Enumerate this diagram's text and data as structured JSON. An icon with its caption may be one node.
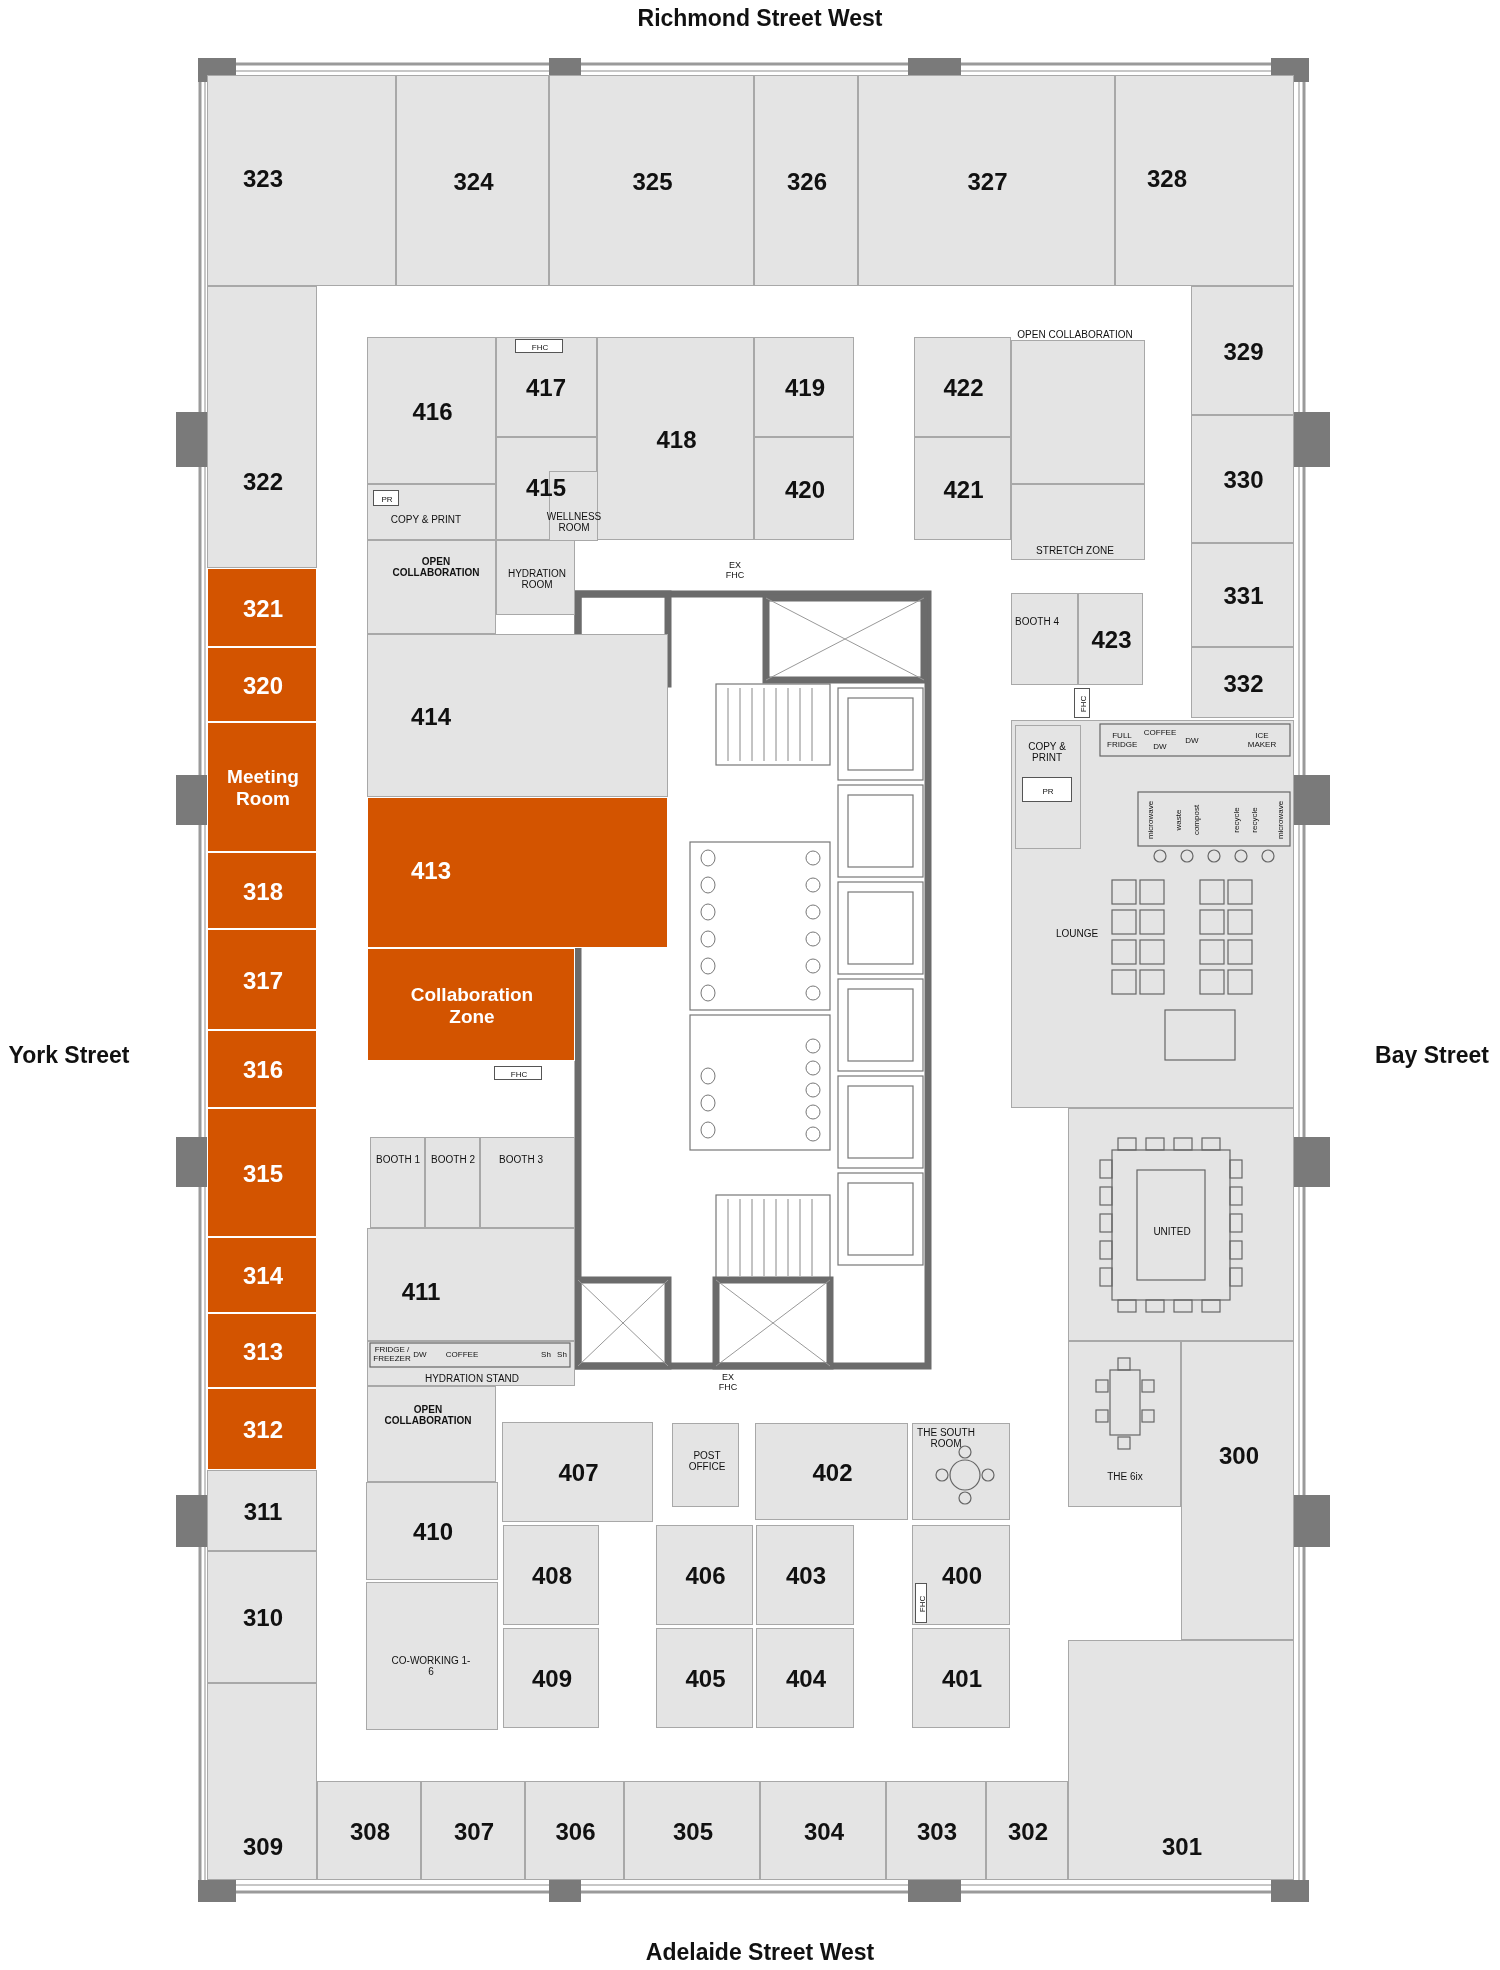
{
  "diagram": {
    "nodes": [
      {
        "text": [
          "323"
        ]
      },
      {
        "text": [
          "324"
        ]
      },
      {
        "text": [
          "325"
        ]
      },
      {
        "text": [
          "326"
        ]
      },
      {
        "text": [
          "327"
        ]
      },
      {
        "text": [
          "328"
        ]
      },
      {
        "text": [
          "329"
        ]
      },
      {
        "text": [
          "330"
        ]
      },
      {
        "text": [
          "331"
        ]
      },
      {
        "text": [
          "332"
        ]
      },
      {
        "text": [
          "322"
        ]
      },
      {
        "text": [
          "321"
        ]
      },
      {
        "text": [
          "320"
        ]
      },
      {
        "text": [
          "Meeting Room"
        ]
      },
      {
        "text": [
          "318"
        ]
      },
      {
        "text": [
          "317"
        ]
      },
      {
        "text": [
          "316"
        ]
      },
      {
        "text": [
          "315"
        ]
      },
      {
        "text": [
          "314"
        ]
      },
      {
        "text": [
          "313"
        ]
      },
      {
        "text": [
          "312"
        ]
      },
      {
        "text": [
          "311"
        ]
      },
      {
        "text": [
          "310"
        ]
      },
      {
        "text": [
          "309"
        ]
      },
      {
        "text": [
          "308"
        ]
      },
      {
        "text": [
          "307"
        ]
      },
      {
        "text": [
          "306"
        ]
      },
      {
        "text": [
          "305"
        ]
      },
      {
        "text": [
          "304"
        ]
      },
      {
        "text": [
          "303"
        ]
      },
      {
        "text": [
          "302"
        ]
      },
      {
        "text": [
          "301"
        ]
      },
      {
        "text": [
          "300"
        ]
      },
      {
        "text": [
          "416"
        ]
      },
      {
        "text": [
          "417"
        ]
      },
      {
        "text": [
          "FHC"
        ],
        "in": 34
      },
      {
        "text": [
          "418"
        ]
      },
      {
        "text": [
          "419"
        ]
      },
      {
        "text": [
          "422"
        ]
      },
      {
        "text": [
          "OPEN COLLABORATION"
        ]
      },
      {
        "text": [
          "415"
        ]
      },
      {
        "text": [
          "WELLNESS ROOM"
        ],
        "in": 40
      },
      {
        "text": [
          "420"
        ]
      },
      {
        "text": [
          "421"
        ]
      },
      {
        "text": [
          "COPY & PRINT"
        ]
      },
      {
        "text": [
          "PR"
        ],
        "in": 44
      },
      {
        "text": [
          "STRETCH ZONE"
        ]
      },
      {
        "text": [
          "OPEN COLLABORATION"
        ]
      },
      {
        "text": [
          "HYDRATION ROOM"
        ]
      },
      {
        "text": [
          "BOOTH 4"
        ]
      },
      {
        "text": [
          "423"
        ]
      },
      {
        "text": [
          "FHC"
        ]
      },
      {
        "text": [
          "LOUNGE"
        ]
      },
      {
        "text": [
          "COPY & PRINT"
        ],
        "in": 52
      },
      {
        "text": [
          "PR"
        ],
        "in": 53
      },
      {
        "text": [
          "414"
        ]
      },
      {
        "text": [
          "413"
        ]
      },
      {
        "text": [
          "Collaboration Zone"
        ]
      },
      {
        "text": [
          "FHC"
        ]
      },
      {
        "text": [
          "UNITED"
        ]
      },
      {
        "text": [
          "BOOTH 1"
        ]
      },
      {
        "text": [
          "BOOTH 2"
        ]
      },
      {
        "text": [
          "BOOTH 3"
        ]
      },
      {
        "text": [
          "411"
        ]
      },
      {
        "text": [
          "HYDRATION STAND"
        ]
      },
      {
        "text": [
          "THE 6ix"
        ]
      },
      {
        "text": [
          "OPEN COLLABORATION"
        ]
      },
      {
        "text": [
          "407"
        ]
      },
      {
        "text": [
          "POST OFFICE"
        ]
      },
      {
        "text": [
          "402"
        ]
      },
      {
        "text": [
          "THE SOUTH ROOM"
        ]
      },
      {
        "text": [
          "410"
        ]
      },
      {
        "text": [
          "408"
        ]
      },
      {
        "text": [
          "406"
        ]
      },
      {
        "text": [
          "403"
        ]
      },
      {
        "text": [
          "400"
        ]
      },
      {
        "text": [
          "FHC"
        ],
        "in": 75
      },
      {
        "text": [
          "CO-WORKING 1-6"
        ]
      },
      {
        "text": [
          "409"
        ]
      },
      {
        "text": [
          "405"
        ]
      },
      {
        "text": [
          "404"
        ]
      },
      {
        "text": [
          "401"
        ]
      }
    ],
    "labels": [
      "Richmond Street West",
      "York Street",
      "Bay Street",
      "EX FHC",
      "FULL FRIDGE",
      "COFFEE",
      "DW",
      "DW",
      "ICE MAKER",
      "microwave",
      "waste",
      "compost",
      "recycle",
      "recycle",
      "microwave",
      "FRIDGE / FREEZER",
      "DW",
      "COFFEE",
      "Sh",
      "Sh",
      "EX FHC",
      "Adelaide Street West"
    ]
  }
}
